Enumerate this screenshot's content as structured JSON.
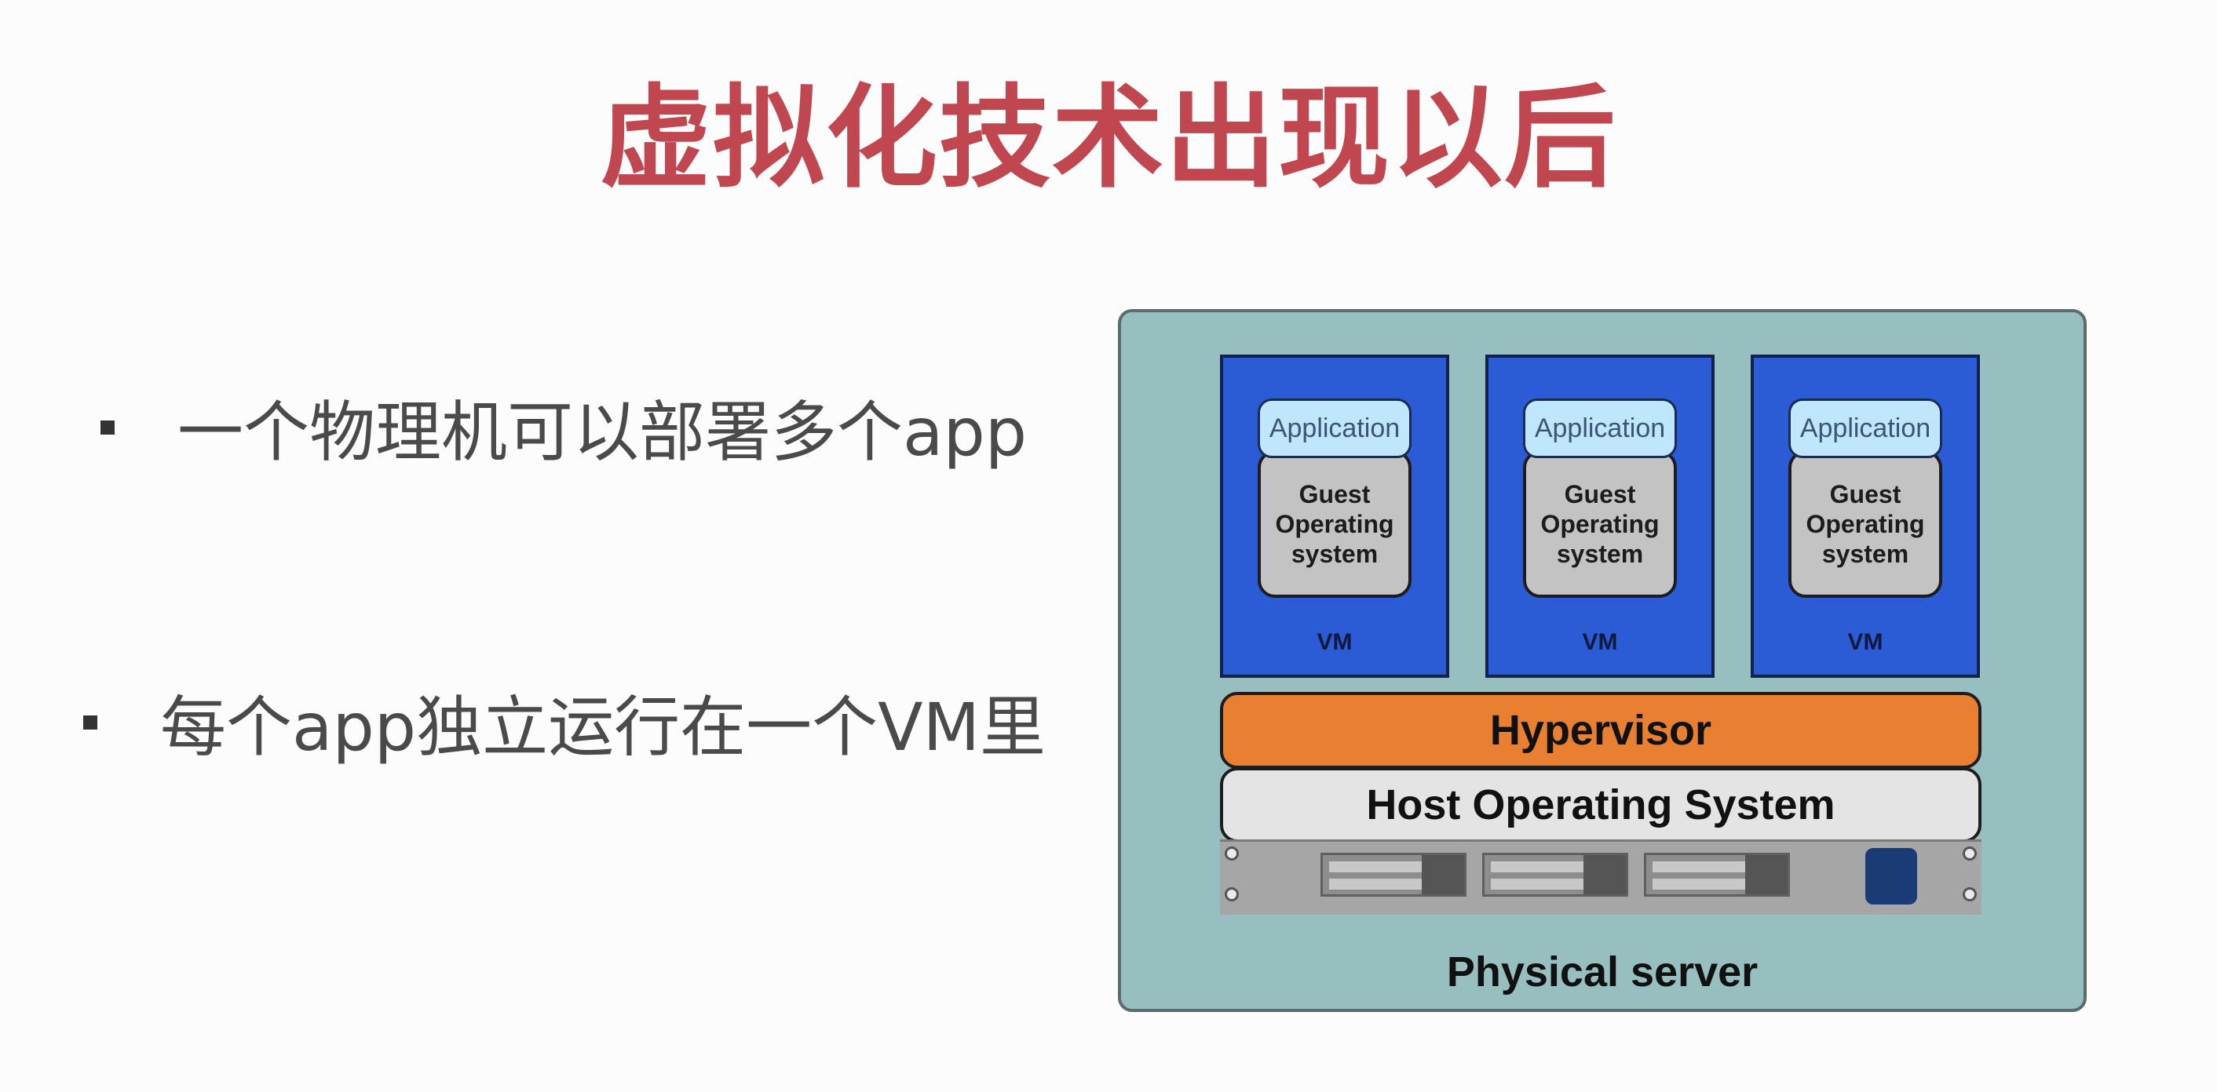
{
  "slide": {
    "title": "虚拟化技术出现以后",
    "bullets": [
      "一个物理机可以部署多个app",
      "每个app独立运行在一个VM里"
    ]
  },
  "diagram": {
    "vms": [
      {
        "app": "Application",
        "guest_os": "Guest Operating system",
        "label": "VM"
      },
      {
        "app": "Application",
        "guest_os": "Guest Operating system",
        "label": "VM"
      },
      {
        "app": "Application",
        "guest_os": "Guest Operating system",
        "label": "VM"
      }
    ],
    "hypervisor": "Hypervisor",
    "host_os": "Host Operating System",
    "physical_server": "Physical server"
  },
  "colors": {
    "title": "#c0474f",
    "vm_box": "#2c5bd6",
    "application_box": "#bfe6fb",
    "hypervisor": "#e87f31",
    "host_os": "#e4e4e4",
    "server_background": "#97bfc0",
    "power_button": "#1b3b76"
  }
}
